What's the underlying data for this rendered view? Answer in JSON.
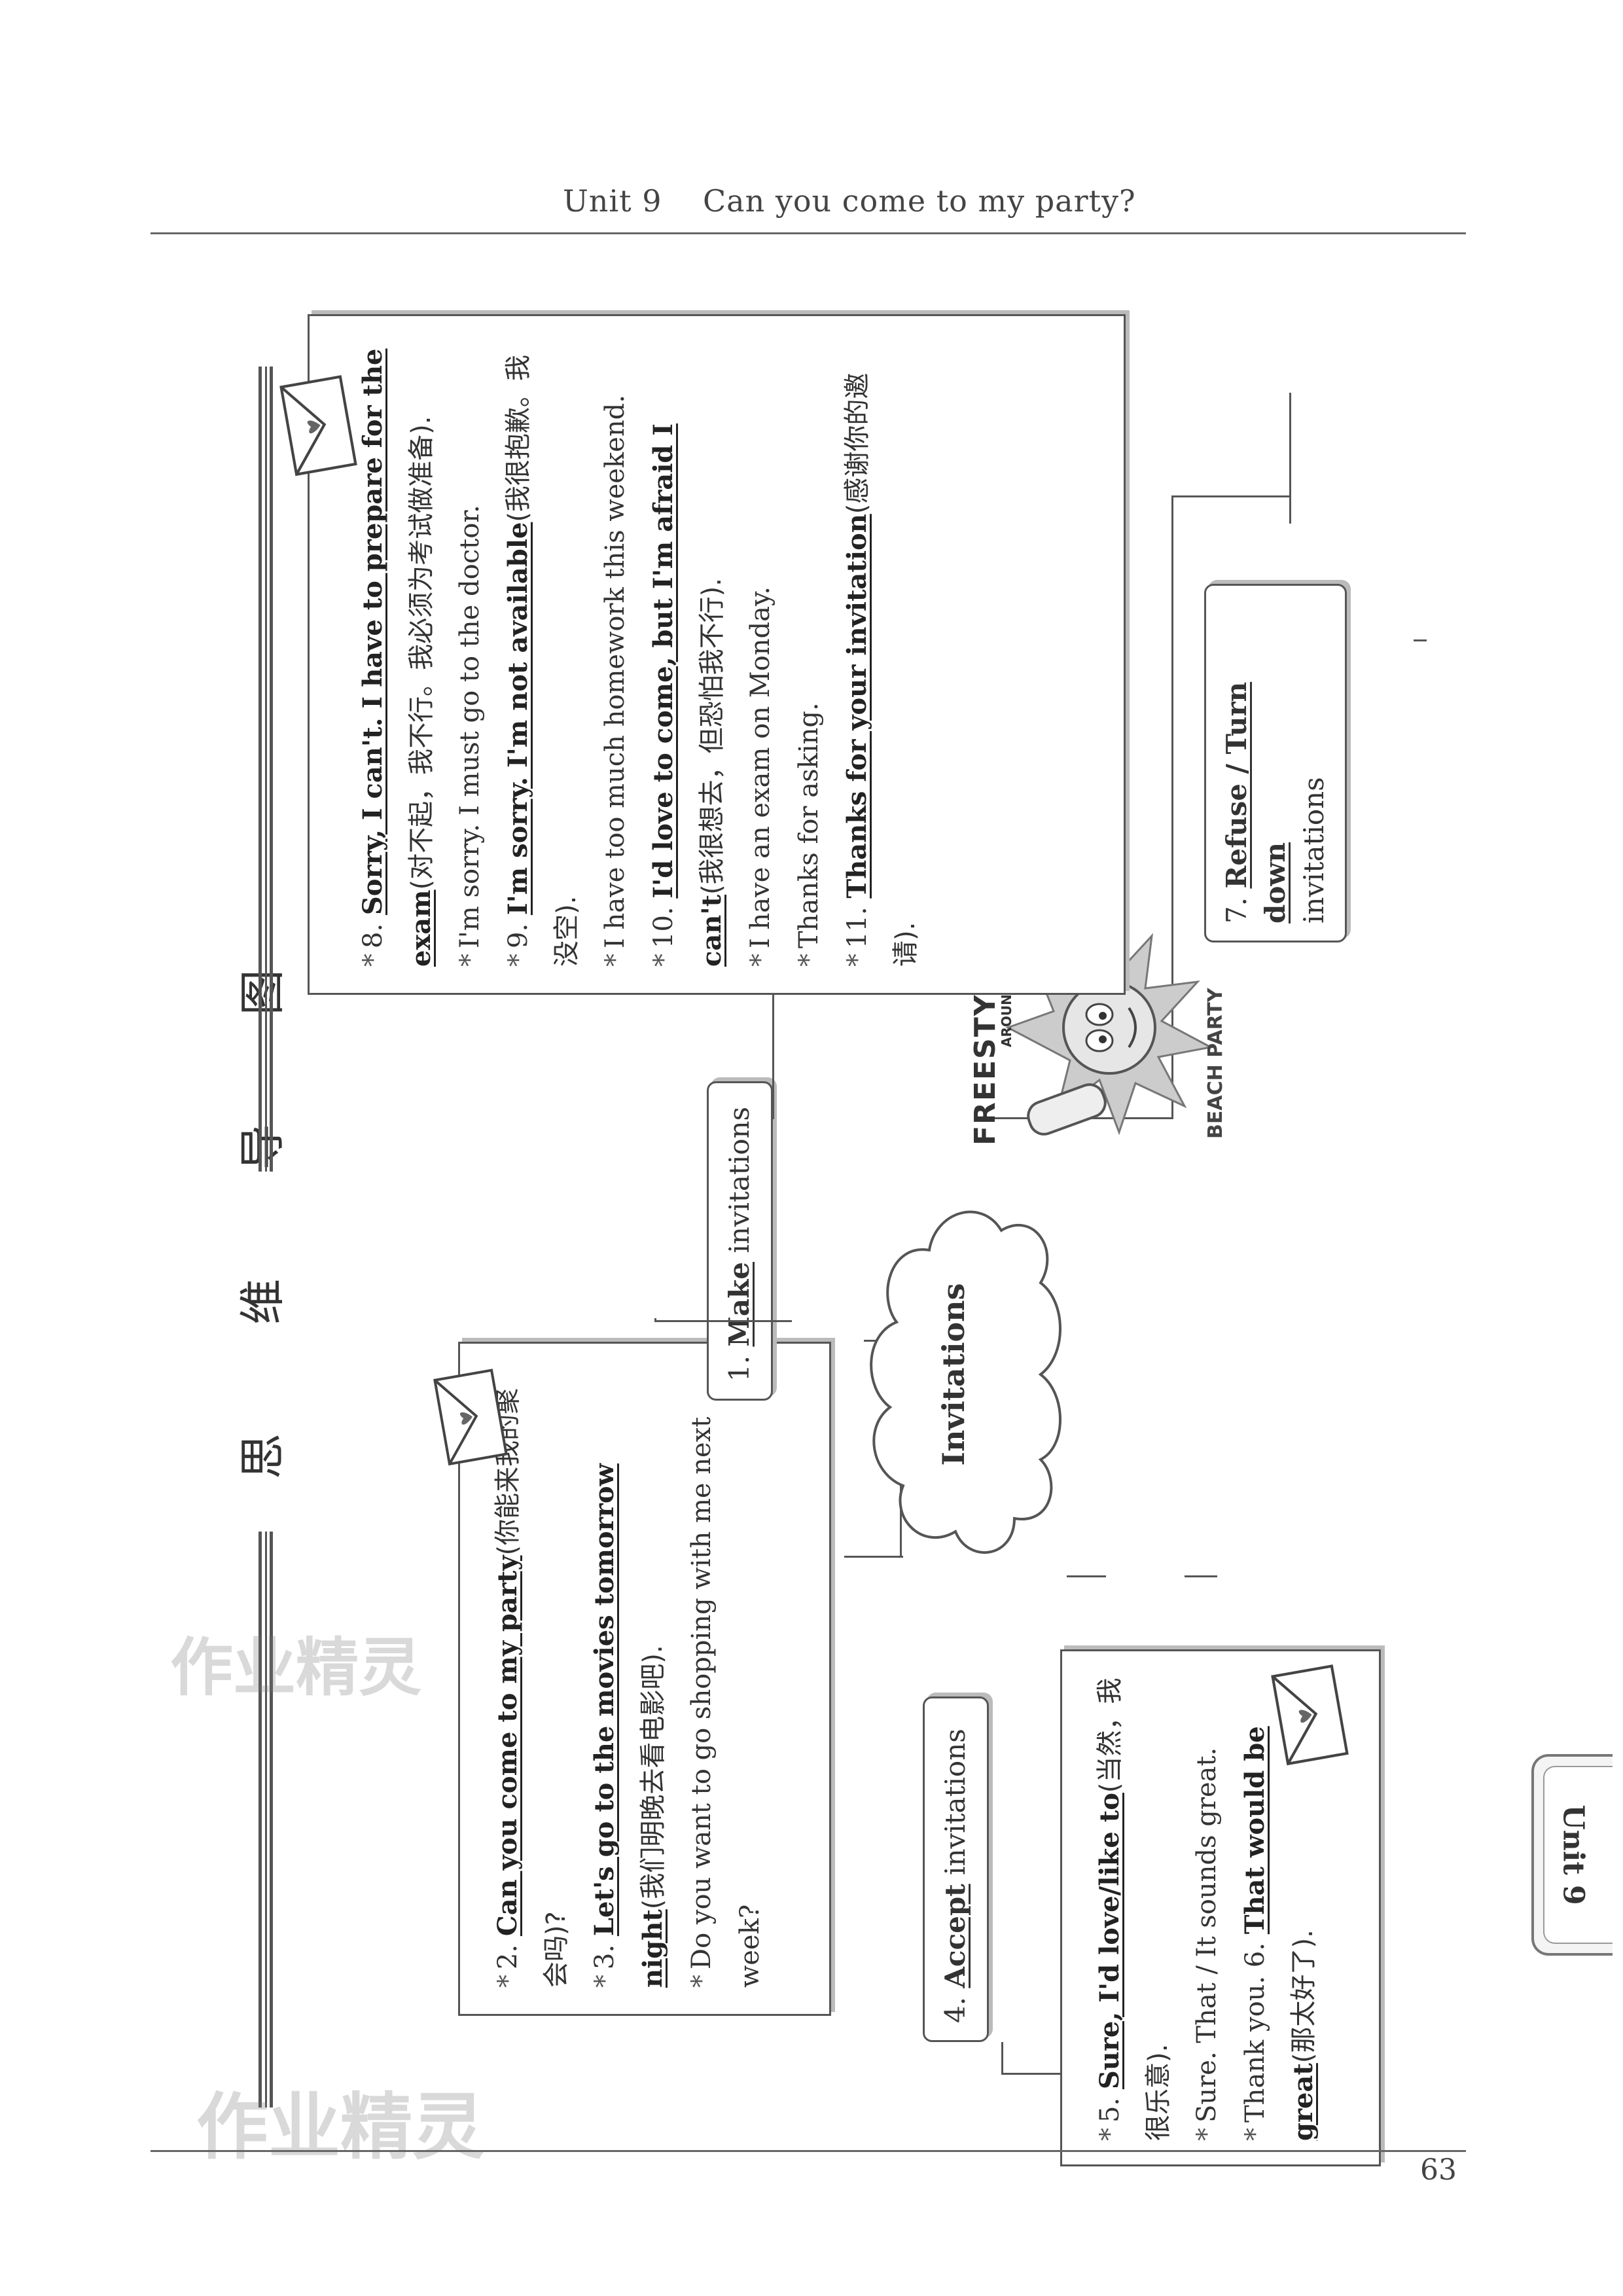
{
  "header": {
    "title": "Unit 9    Can you come to my party?"
  },
  "page_number": "63",
  "side_tab": "Unit 9",
  "section_title": "思 维 导 图",
  "watermarks": [
    "作业精灵",
    "作业精灵"
  ],
  "cartoon_text": {
    "top": "AROUND THE WORLD",
    "left": "BEACH PARTY",
    "right": "FREESTYLE"
  },
  "center": {
    "label": "Invitations"
  },
  "branches": {
    "make": {
      "num": "1.",
      "key": "Make",
      "rest": "invitations"
    },
    "accept": {
      "num": "4.",
      "key": "Accept",
      "rest": "invitations"
    },
    "refuse": {
      "num": "7.",
      "key": "Refuse / Turn down",
      "rest": "invitations"
    }
  },
  "make_items": [
    {
      "star": "*",
      "num": "2.",
      "bold": "Can you come to my party",
      "zh": "(你能来我的聚会吗)?"
    },
    {
      "star": "*",
      "num": "3.",
      "bold": "Let's go to the movies tomorrow night",
      "zh": "(我们明晚去看电影吧)."
    },
    {
      "star": "*",
      "text": "Do you want to go shopping with me next week?"
    }
  ],
  "accept_items": [
    {
      "star": "*",
      "num": "5.",
      "bold": "Sure, I'd love/like to",
      "zh": "(当然，我很乐意)."
    },
    {
      "star": "*",
      "text": "Sure. That / It sounds great."
    },
    {
      "star": "*",
      "pre": "Thank you.",
      "num": "6.",
      "bold": "That would be great",
      "zh": "(那太好了)."
    }
  ],
  "refuse_items": [
    {
      "star": "*",
      "num": "8.",
      "bold": "Sorry, I can't. I have to prepare for the exam",
      "zh": "(对不起，我不行。我必须为考试做准备)."
    },
    {
      "star": "*",
      "text": "I'm sorry. I must go to the doctor."
    },
    {
      "star": "*",
      "num": "9.",
      "bold": "I'm sorry. I'm not available",
      "zh": "(我很抱歉。我没空)."
    },
    {
      "star": "*",
      "text": "I have too much homework this weekend."
    },
    {
      "star": "*",
      "num": "10.",
      "bold": "I'd love to come, but I'm afraid I can't",
      "zh": "(我很想去，但恐怕我不行)."
    },
    {
      "star": "*",
      "text": "I have an exam on Monday."
    },
    {
      "star": "*",
      "text": "Thanks for asking."
    },
    {
      "star": "*",
      "num": "11.",
      "bold": "Thanks for your invitation",
      "zh": "(感谢你的邀请)."
    }
  ]
}
